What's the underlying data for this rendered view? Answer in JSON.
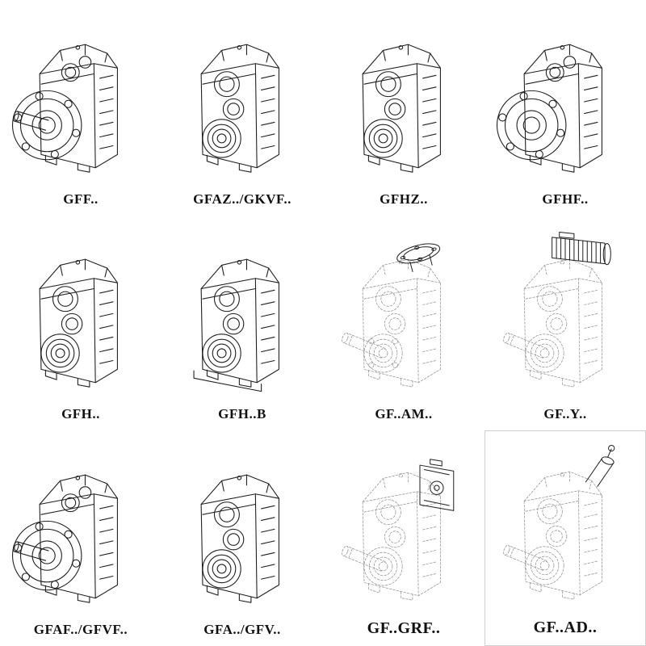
{
  "colors": {
    "background": "#ffffff",
    "line": "#1f1f1f",
    "faint_line": "#9b9b9b",
    "label": "#111111"
  },
  "grid": {
    "columns": 4,
    "rows": 3,
    "items": [
      {
        "label": "GFF..",
        "drawing": "gearbox-output-flange-with-shaft",
        "line_style": "solid"
      },
      {
        "label": "GFAZ../GKVF..",
        "drawing": "gearbox-hollow-shaft",
        "line_style": "solid"
      },
      {
        "label": "GFHZ..",
        "drawing": "gearbox-hollow-shaft",
        "line_style": "solid"
      },
      {
        "label": "GFHF..",
        "drawing": "gearbox-output-flange",
        "line_style": "solid"
      },
      {
        "label": "GFH..",
        "drawing": "gearbox-shaft-mounted",
        "line_style": "solid"
      },
      {
        "label": "GFH..B",
        "drawing": "gearbox-shaft-mounted-base-plate",
        "line_style": "solid"
      },
      {
        "label": "GF..AM..",
        "drawing": "gearbox-iec-adapter-flange",
        "line_style": "faint-dashed"
      },
      {
        "label": "GF..Y..",
        "drawing": "gearbox-with-motor",
        "line_style": "faint-dashed"
      },
      {
        "label": "GFAF../GFVF..",
        "drawing": "gearbox-output-flange-with-shaft",
        "line_style": "solid"
      },
      {
        "label": "GFA../GFV..",
        "drawing": "gearbox-hollow-shaft",
        "line_style": "solid"
      },
      {
        "label": "GF..GRF..",
        "drawing": "gearbox-servo-adapter",
        "line_style": "faint-dashed"
      },
      {
        "label": "GF..AD..",
        "drawing": "gearbox-input-adapter",
        "line_style": "faint-dashed"
      }
    ]
  }
}
